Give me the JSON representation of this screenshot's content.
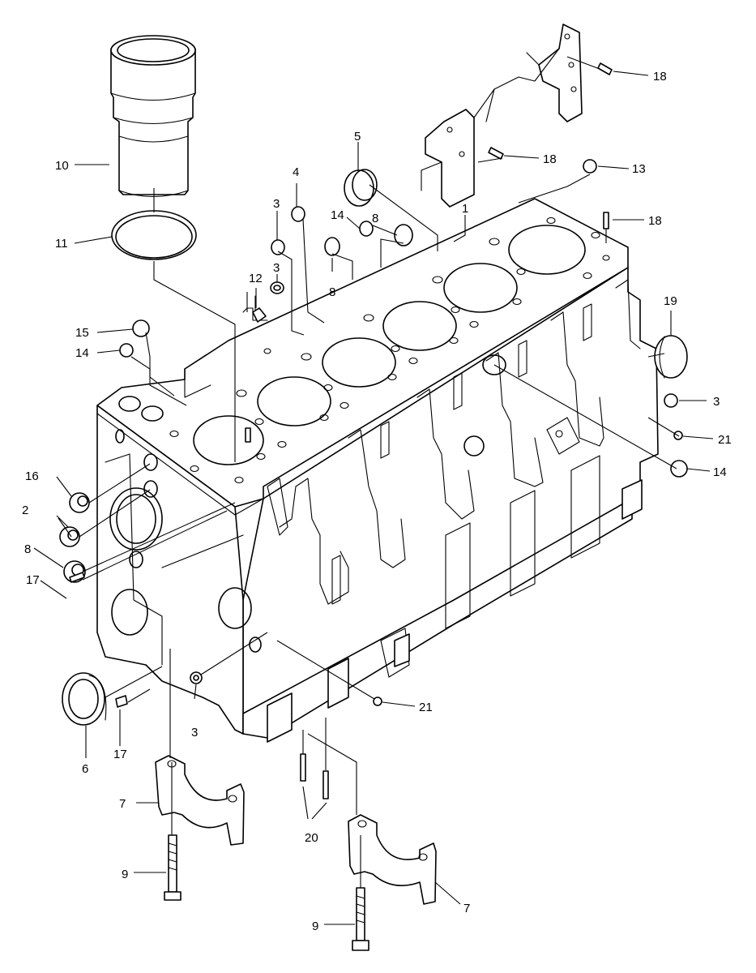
{
  "diagram": {
    "labels": {
      "block": "1",
      "plug_2": "2",
      "plug_3a": "3",
      "plug_3b": "3",
      "plug_3c": "3",
      "plug_3d": "3",
      "plug_4": "4",
      "plug_5": "5",
      "bearing_6": "6",
      "cap_7a": "7",
      "cap_7b": "7",
      "plug_8a": "8",
      "plug_8b": "8",
      "plug_8c": "8",
      "bolt_9a": "9",
      "bolt_9b": "9",
      "liner_10": "10",
      "oring_11": "11",
      "nozzle_12": "12",
      "plug_13": "13",
      "plug_14a": "14",
      "plug_14b": "14",
      "plug_14c": "14",
      "plug_15": "15",
      "plug_16": "16",
      "pin_17a": "17",
      "pin_17b": "17",
      "pin_18a": "18",
      "pin_18b": "18",
      "pin_18c": "18",
      "plug_19": "19",
      "screw_20": "20",
      "plug_21a": "21",
      "plug_21b": "21"
    }
  }
}
